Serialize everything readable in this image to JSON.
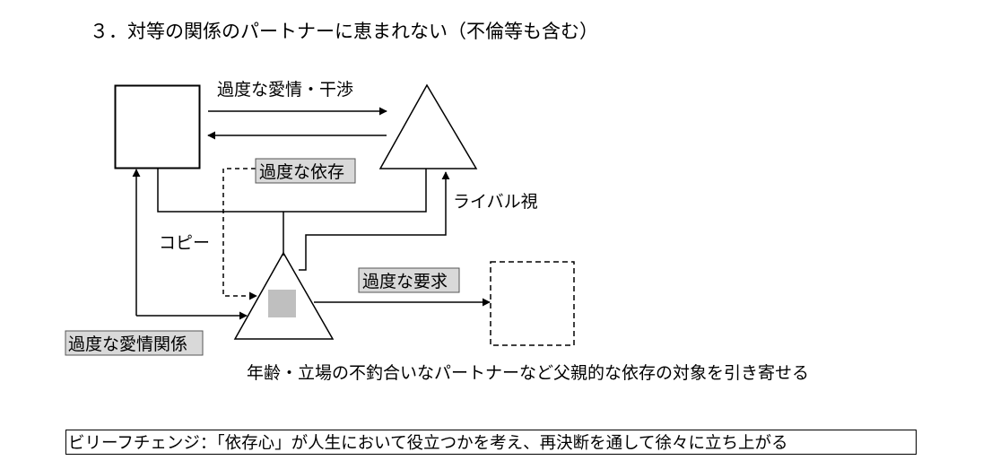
{
  "heading": "３．対等の関係のパートナーに恵まれない（不倫等も含む）",
  "labels": {
    "excessive_affection_interference": "過度な愛情・干渉",
    "excessive_dependence": "過度な依存",
    "rival_view": "ライバル視",
    "copy": "コピー",
    "excessive_demand": "過度な要求",
    "excessive_affection_relationship": "過度な愛情関係"
  },
  "caption": "年齢・立場の不釣合いなパートナーなど父親的な依存の対象を引き寄せる",
  "footer": "ビリーフチェンジ：「依存心」が人生において役立つかを考え、再決断を通して徐々に立ち上がる",
  "colors": {
    "line": "#000000",
    "highlight_fill": "#d9d9d9",
    "inner_square": "#bfbfbf"
  }
}
